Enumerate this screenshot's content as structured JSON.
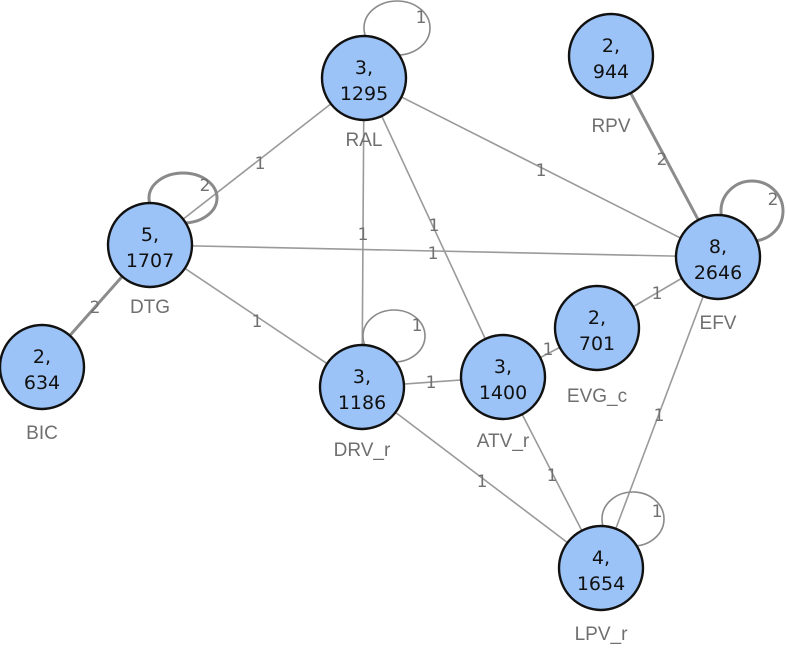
{
  "nodes": [
    {
      "id": "RAL",
      "name": "RAL",
      "line1": "3,",
      "line2": "1295"
    },
    {
      "id": "RPV",
      "name": "RPV",
      "line1": "2,",
      "line2": "944"
    },
    {
      "id": "DTG",
      "name": "DTG",
      "line1": "5,",
      "line2": "1707"
    },
    {
      "id": "EFV",
      "name": "EFV",
      "line1": "8,",
      "line2": "2646"
    },
    {
      "id": "EVG_c",
      "name": "EVG_c",
      "line1": "2,",
      "line2": "701"
    },
    {
      "id": "BIC",
      "name": "BIC",
      "line1": "2,",
      "line2": "634"
    },
    {
      "id": "DRV_r",
      "name": "DRV_r",
      "line1": "3,",
      "line2": "1186"
    },
    {
      "id": "ATV_r",
      "name": "ATV_r",
      "line1": "3,",
      "line2": "1400"
    },
    {
      "id": "LPV_r",
      "name": "LPV_r",
      "line1": "4,",
      "line2": "1654"
    }
  ],
  "edges": [
    {
      "from": "DTG",
      "to": "RAL",
      "label": "1"
    },
    {
      "from": "DTG",
      "to": "EFV",
      "label": "1"
    },
    {
      "from": "DTG",
      "to": "DRV_r",
      "label": "1"
    },
    {
      "from": "DTG",
      "to": "BIC",
      "label": "2"
    },
    {
      "from": "RAL",
      "to": "EFV",
      "label": "1"
    },
    {
      "from": "RAL",
      "to": "DRV_r",
      "label": "1"
    },
    {
      "from": "RAL",
      "to": "ATV_r",
      "label": "1"
    },
    {
      "from": "RPV",
      "to": "EFV",
      "label": "2"
    },
    {
      "from": "EFV",
      "to": "EVG_c",
      "label": "1"
    },
    {
      "from": "EFV",
      "to": "LPV_r",
      "label": "1"
    },
    {
      "from": "EVG_c",
      "to": "ATV_r",
      "label": "1"
    },
    {
      "from": "DRV_r",
      "to": "ATV_r",
      "label": "1"
    },
    {
      "from": "DRV_r",
      "to": "LPV_r",
      "label": "1"
    },
    {
      "from": "ATV_r",
      "to": "LPV_r",
      "label": "1"
    }
  ],
  "self_loops": [
    {
      "node": "RAL",
      "label": "1"
    },
    {
      "node": "DTG",
      "label": "2"
    },
    {
      "node": "EFV",
      "label": "2"
    },
    {
      "node": "DRV_r",
      "label": "1"
    },
    {
      "node": "LPV_r",
      "label": "1"
    }
  ]
}
